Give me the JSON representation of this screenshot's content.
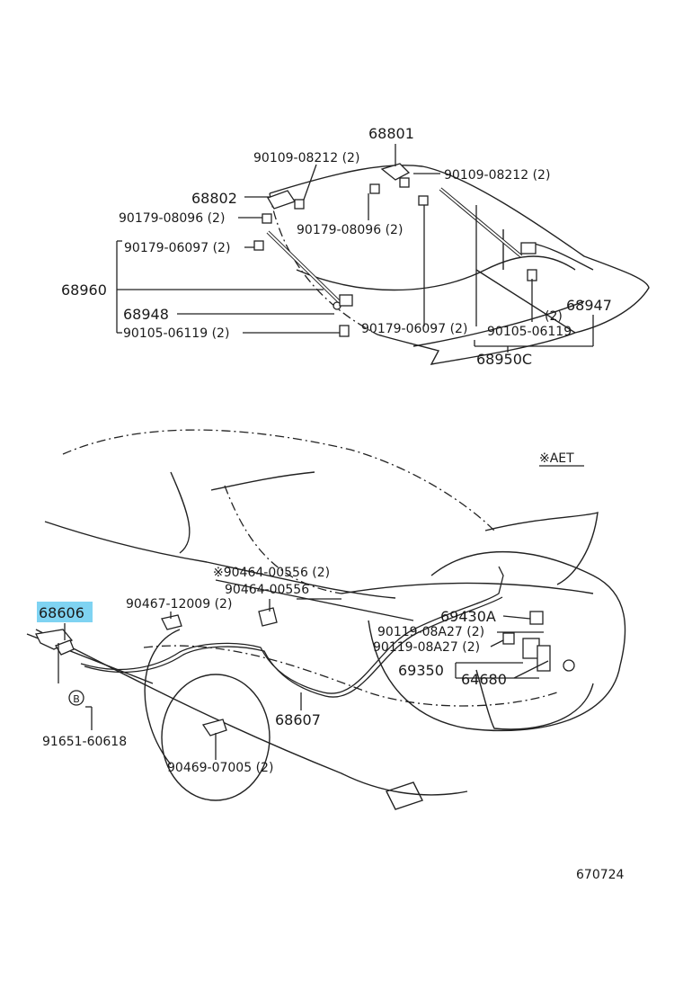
{
  "callouts": {
    "p68801": "68801",
    "p90109_a": "90109-08212 (2)",
    "p90109_b": "90109-08212 (2)",
    "p68802": "68802",
    "p90179_08096_a": "90179-08096 (2)",
    "p90179_08096_b": "90179-08096 (2)",
    "p90179_06097_a": "90179-06097 (2)",
    "p68960": "68960",
    "p68948": "68948",
    "p90105_a": "90105-06119 (2)",
    "p90179_06097_b": "90179-06097 (2)",
    "p90105_b": "90105-06119",
    "p2": "(2)",
    "p68947": "68947",
    "p68950C": "68950C",
    "aet": "※AET",
    "p90464_a": "※90464-00556 (2)",
    "p90464_b": "90464-00556",
    "p90467": "90467-12009 (2)",
    "p68606": "68606",
    "p69430A": "69430A",
    "p90119_a": "90119-08A27 (2)",
    "p90119_b": "90119-08A27 (2)",
    "p69350": "69350",
    "p64680": "64680",
    "p91651": "91651-60618",
    "p68607": "68607",
    "p90469": "90469-07005 (2)",
    "fig_no": "670724",
    "circle_b": "B"
  },
  "colors": {
    "highlight": "#7fd3f2",
    "line": "#222222"
  }
}
